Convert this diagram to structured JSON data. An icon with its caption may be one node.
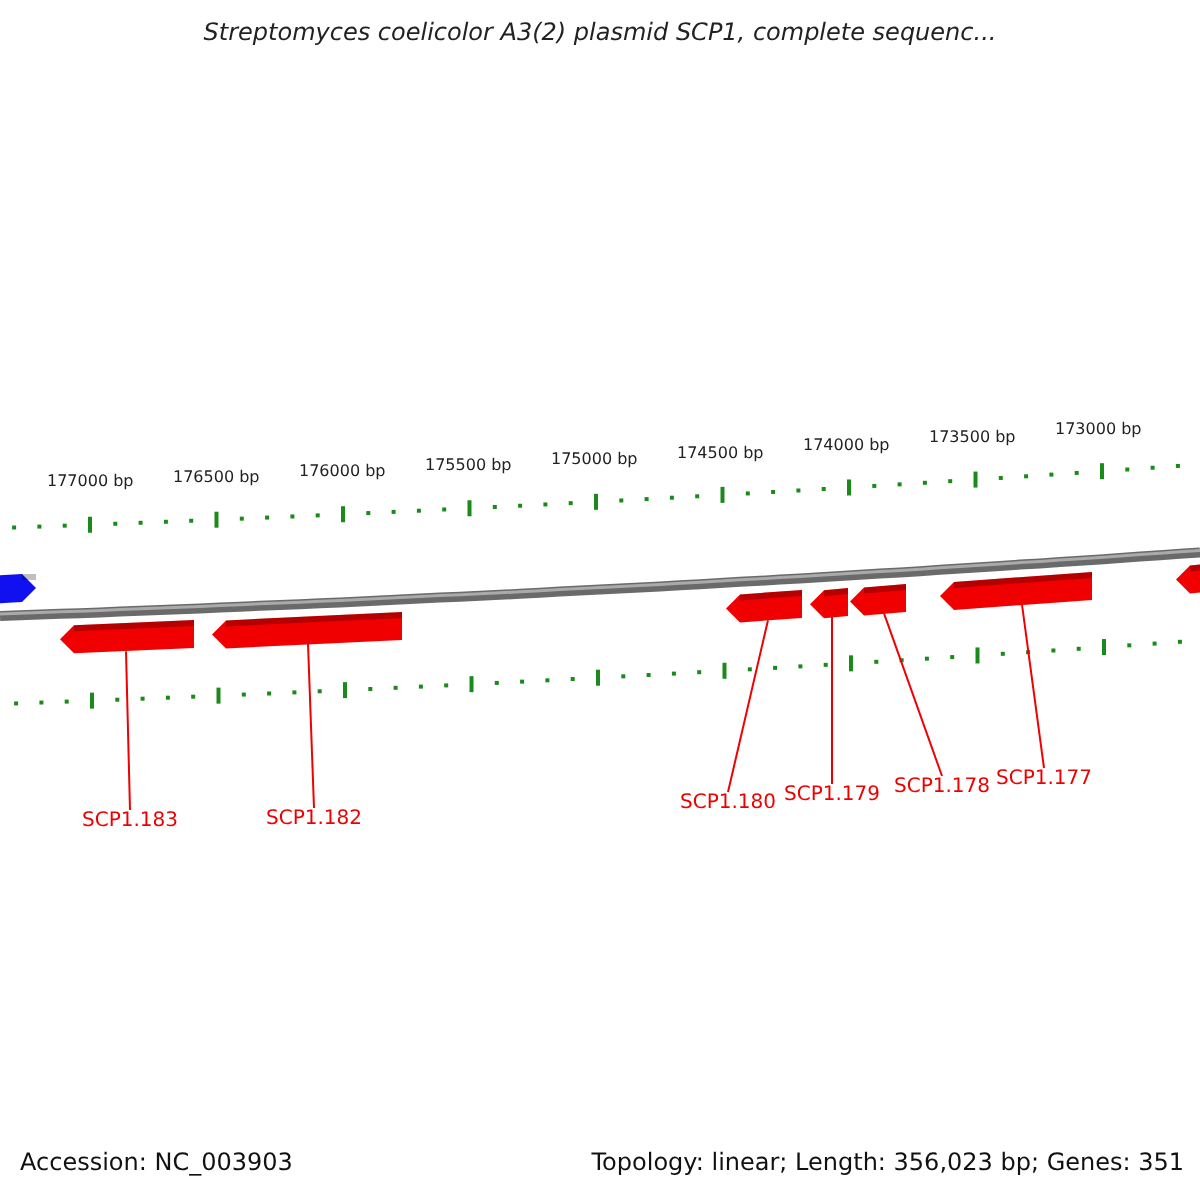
{
  "diagram": {
    "title": "Streptomyces coelicolor A3(2) plasmid SCP1, complete sequenc...",
    "nodes": [
      {
        "text": [],
        "shape": "arrow"
      },
      {
        "text": [],
        "shape": "arrow"
      },
      {
        "text": [],
        "shape": "arrow"
      },
      {
        "text": [],
        "shape": "arrow"
      },
      {
        "text": [],
        "shape": "arrow"
      },
      {
        "text": [],
        "shape": "arrow"
      },
      {
        "text": [],
        "shape": "arrow"
      },
      {
        "text": [],
        "shape": "arrow"
      },
      {
        "text": [
          "SCP1.183"
        ]
      },
      {
        "text": [
          "SCP1.182"
        ]
      },
      {
        "text": [
          "SCP1.180"
        ]
      },
      {
        "text": [
          "SCP1.179"
        ]
      },
      {
        "text": [
          "SCP1.178"
        ]
      },
      {
        "text": [
          "SCP1.177"
        ]
      }
    ],
    "edges": [
      {
        "from": 8,
        "to": 1,
        "arrow": "none"
      },
      {
        "from": 9,
        "to": 2,
        "arrow": "none"
      },
      {
        "from": 10,
        "to": 3,
        "arrow": "none"
      },
      {
        "from": 11,
        "to": 4,
        "arrow": "none"
      },
      {
        "from": 12,
        "to": 5,
        "arrow": "none"
      },
      {
        "from": 13,
        "to": 6,
        "arrow": "none"
      }
    ],
    "labels": [
      "177000 bp",
      "176500 bp",
      "176000 bp",
      "175500 bp",
      "175000 bp",
      "174500 bp",
      "174000 bp",
      "173500 bp",
      "173000 bp",
      "Accession: NC_003903",
      "Topology: linear; Length: 356,023 bp; Genes: 351"
    ]
  }
}
